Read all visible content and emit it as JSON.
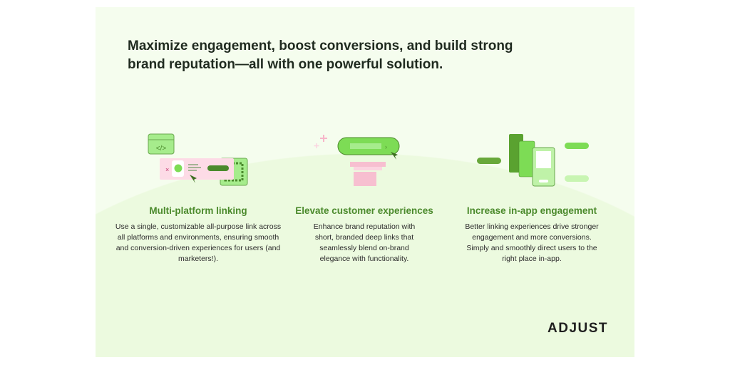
{
  "title": "Maximize engagement, boost conversions, and build strong brand reputation—all with one powerful solution.",
  "features": [
    {
      "heading": "Multi-platform linking",
      "body": "Use a single, customizable all-purpose link across all platforms and environments, ensuring smooth and conversion-driven experiences for users (and marketers!)."
    },
    {
      "heading": "Elevate customer experiences",
      "body": "Enhance brand reputation with short, branded deep links that seamlessly blend on-brand elegance with functionality."
    },
    {
      "heading": "Increase in-app engagement",
      "body": "Better linking experiences drive stronger engagement and more conversions. Simply and smoothly direct users to the right place in-app."
    }
  ],
  "logo": "ADJUST"
}
